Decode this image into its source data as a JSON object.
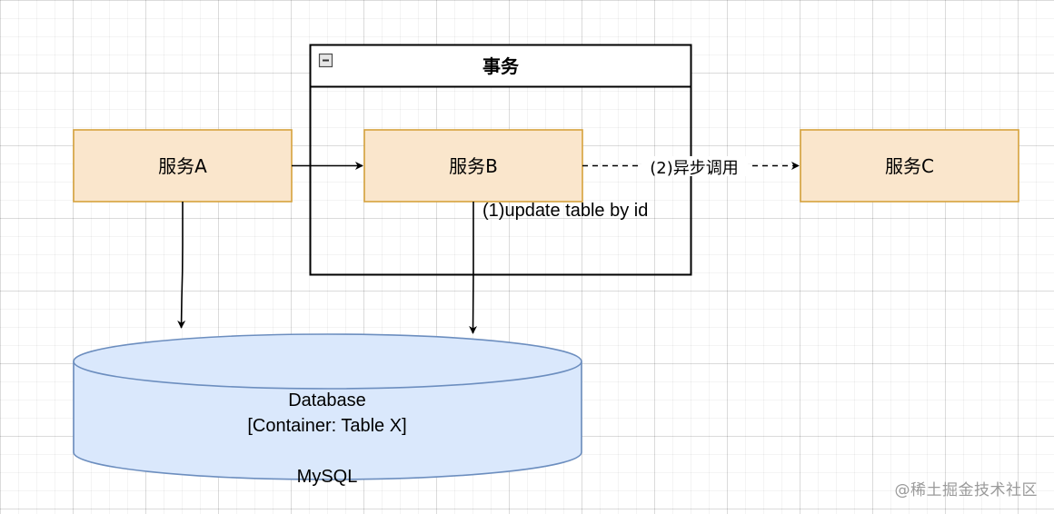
{
  "diagram": {
    "transaction_container": {
      "title": "事务"
    },
    "services": {
      "a": "服务A",
      "b": "服务B",
      "c": "服务C"
    },
    "edges": {
      "b_to_db_label": "(1)update table by id",
      "b_to_c_label": "(2)异步调用"
    },
    "database": {
      "name": "Database",
      "container": "[Container: Table X]",
      "technology": "MySQL"
    }
  },
  "watermark": "@稀土掘金技术社区",
  "colors": {
    "service_fill": "#fae6cc",
    "service_stroke": "#d6a23c",
    "database_fill": "#dae8fc",
    "database_stroke": "#6c8ebf",
    "line": "#000000"
  }
}
